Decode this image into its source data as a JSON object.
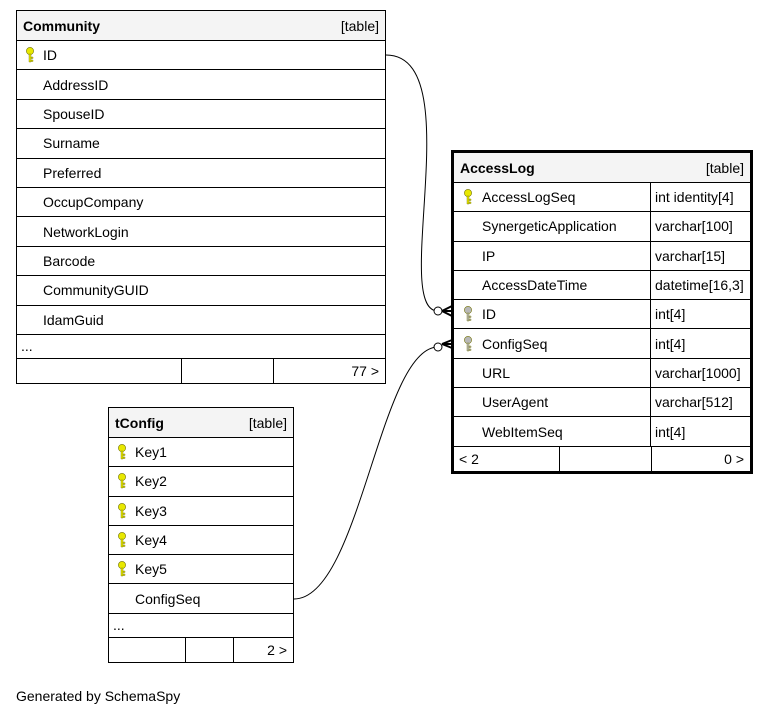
{
  "tables": {
    "community": {
      "name": "Community",
      "kind": "[table]",
      "columns": [
        {
          "name": "ID",
          "key": "primary"
        },
        {
          "name": "AddressID",
          "key": ""
        },
        {
          "name": "SpouseID",
          "key": ""
        },
        {
          "name": "Surname",
          "key": ""
        },
        {
          "name": "Preferred",
          "key": ""
        },
        {
          "name": "OccupCompany",
          "key": ""
        },
        {
          "name": "NetworkLogin",
          "key": ""
        },
        {
          "name": "Barcode",
          "key": ""
        },
        {
          "name": "CommunityGUID",
          "key": ""
        },
        {
          "name": "IdamGuid",
          "key": ""
        }
      ],
      "more": "...",
      "footer": {
        "left": "",
        "middle": "",
        "right": "77 >"
      }
    },
    "accesslog": {
      "name": "AccessLog",
      "kind": "[table]",
      "columns": [
        {
          "name": "AccessLogSeq",
          "type": "int identity[4]",
          "key": "primary"
        },
        {
          "name": "SynergeticApplication",
          "type": "varchar[100]",
          "key": ""
        },
        {
          "name": "IP",
          "type": "varchar[15]",
          "key": ""
        },
        {
          "name": "AccessDateTime",
          "type": "datetime[16,3]",
          "key": ""
        },
        {
          "name": "ID",
          "type": "int[4]",
          "key": "foreign"
        },
        {
          "name": "ConfigSeq",
          "type": "int[4]",
          "key": "foreign"
        },
        {
          "name": "URL",
          "type": "varchar[1000]",
          "key": ""
        },
        {
          "name": "UserAgent",
          "type": "varchar[512]",
          "key": ""
        },
        {
          "name": "WebItemSeq",
          "type": "int[4]",
          "key": ""
        }
      ],
      "footer": {
        "left": "< 2",
        "middle": "",
        "right": "0 >"
      }
    },
    "tconfig": {
      "name": "tConfig",
      "kind": "[table]",
      "columns": [
        {
          "name": "Key1",
          "key": "primary"
        },
        {
          "name": "Key2",
          "key": "primary"
        },
        {
          "name": "Key3",
          "key": "primary"
        },
        {
          "name": "Key4",
          "key": "primary"
        },
        {
          "name": "Key5",
          "key": "primary"
        },
        {
          "name": "ConfigSeq",
          "key": ""
        }
      ],
      "more": "...",
      "footer": {
        "left": "",
        "middle": "",
        "right": "2 >"
      }
    }
  },
  "relationships": [
    {
      "from": "Community.ID",
      "to": "AccessLog.ID"
    },
    {
      "from": "tConfig.ConfigSeq",
      "to": "AccessLog.ConfigSeq"
    }
  ],
  "colors": {
    "primary_key": "#e8e800",
    "foreign_key": "#b8b8b8",
    "header_bg": "#f4f4f4"
  },
  "credit": "Generated by SchemaSpy"
}
